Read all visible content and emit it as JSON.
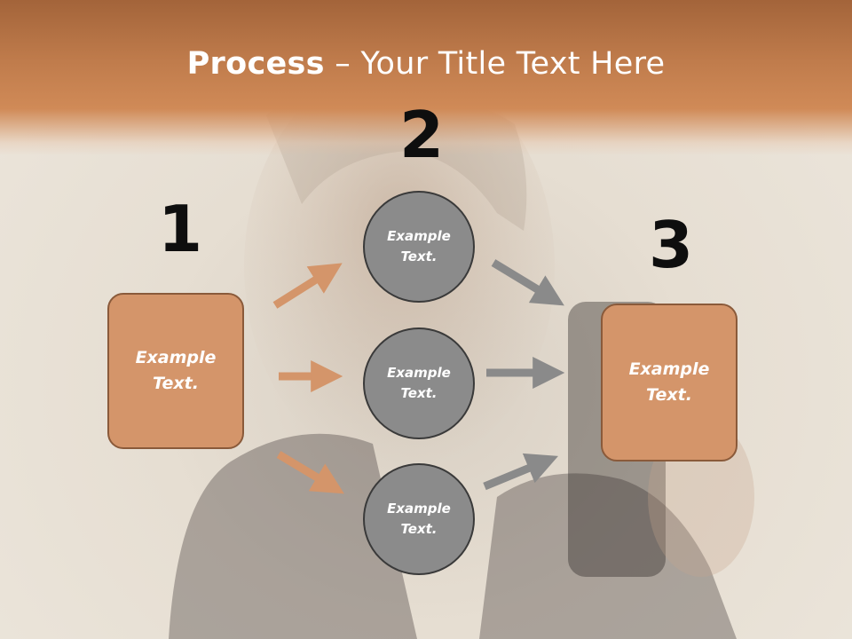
{
  "title": {
    "bold": "Process",
    "rest": " – Your Title Text Here"
  },
  "steps": [
    {
      "number": "1",
      "text": "Example Text."
    },
    {
      "number": "2",
      "text": "Example Text."
    },
    {
      "number": "3",
      "text": "Example Text."
    }
  ],
  "circles": [
    {
      "text": "Example Text."
    },
    {
      "text": "Example Text."
    },
    {
      "text": "Example Text."
    }
  ],
  "colors": {
    "accent": "#d4956a",
    "header": "#c07c4c",
    "circle": "#8b8b8b",
    "arrow_in": "#d4956a",
    "arrow_out": "#8a8a8a"
  }
}
